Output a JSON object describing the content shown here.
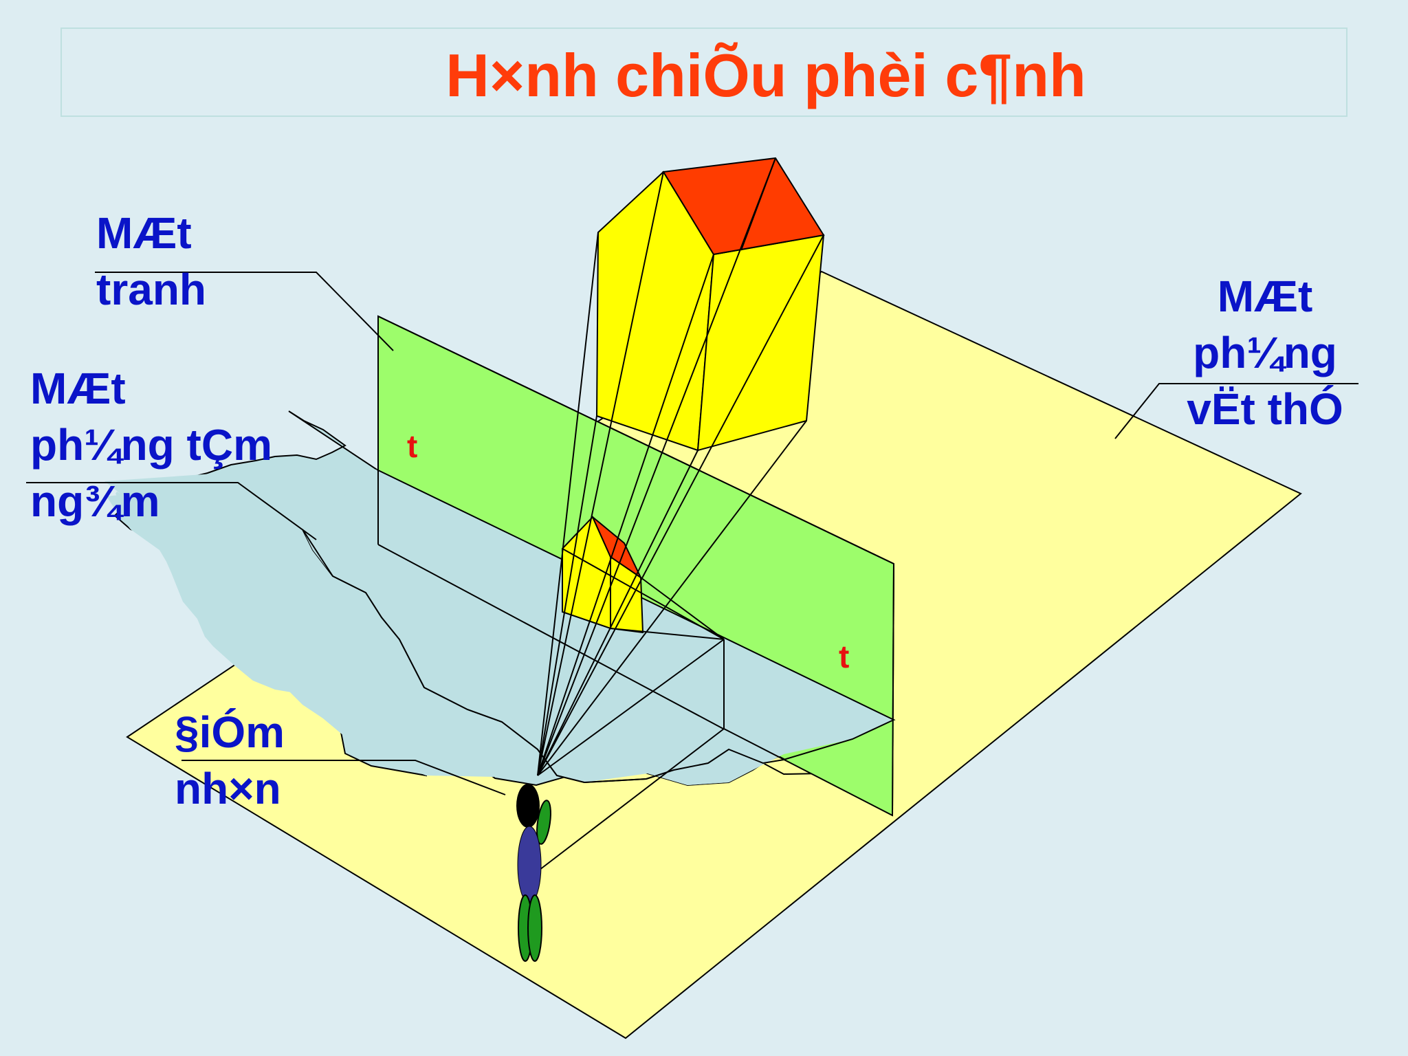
{
  "title": "H×nh chiÕu phèi c¶nh",
  "labels": {
    "picture_plane": "MÆt\ntranh",
    "horizon_plane": "MÆt\nph¼ng tÇm\nng¾m",
    "ground_plane": "MÆt\nph¼ng\nvËt thÓ",
    "viewpoint": "§iÓm\nnh×n"
  },
  "trace_marks": [
    "t",
    "t"
  ],
  "colors": {
    "background": "#ddedf2",
    "ground_plane": "#ffff9e",
    "picture_plane": "#9dfd6b",
    "horizon_plane": "#bde0e3",
    "object_sides": "#ffff00",
    "object_roof": "#ff3c00",
    "title": "#ff3c0a",
    "label": "#0a14c8",
    "trace_mark": "#e81010",
    "viewer_head": "#000000",
    "viewer_body": "#3a3a9a",
    "viewer_limbs": "#1f9a1f"
  }
}
